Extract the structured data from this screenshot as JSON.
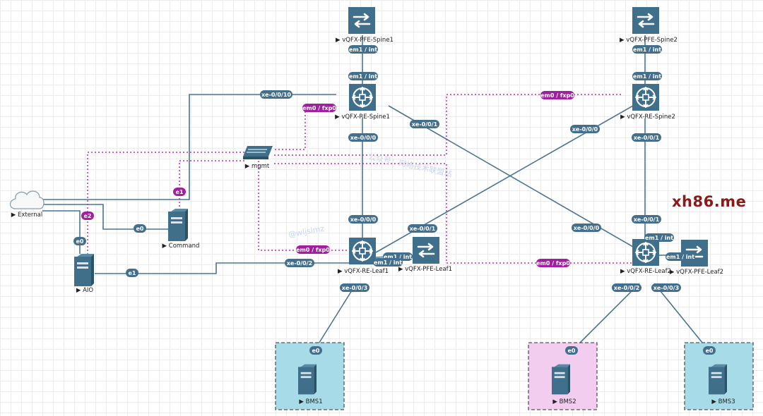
{
  "diagram": {
    "nodes": {
      "spine1_pfe": "vQFX-PFE-Spine1",
      "spine2_pfe": "vQFX-PFE-Spine2",
      "spine1_re": "vQFX-RE-Spine1",
      "spine2_re": "vQFX-RE-Spine2",
      "leaf1_re": "vQFX-RE-Leaf1",
      "leaf1_pfe": "vQFX-PFE-Leaf1",
      "leaf2_re": "vQFX-RE-Leaf2",
      "leaf2_pfe": "vQFX-PFE-Leaf2",
      "mgmt": "mgmt",
      "external": "External",
      "command": "Command",
      "aio": "AIO",
      "bms1": "BMS1",
      "bms2": "BMS2",
      "bms3": "BMS3"
    },
    "ports": {
      "spine1_pfe_em1": "em1 / int",
      "spine1_re_em1": "em1 / int",
      "spine2_pfe_em1": "em1 / int",
      "spine2_re_em1": "em1 / int",
      "spine1_xe0010": "xe-0/0/10",
      "spine1_em0": "em0 / fxp0",
      "spine1_xe000": "xe-0/0/0",
      "spine1_xe001": "xe-0/0/1",
      "spine2_em0": "em0 / fxp0",
      "spine2_xe000": "xe-0/0/0",
      "spine2_xe001": "xe-0/0/1",
      "leaf1_xe000": "xe-0/0/0",
      "leaf1_xe001": "xe-0/0/1",
      "leaf1_em0": "em0 / fxp0",
      "leaf1_em1": "em1 / int",
      "leaf1_pfe_em1": "em1 / int",
      "leaf1_xe002": "xe-0/0/2",
      "leaf1_xe003": "xe-0/0/3",
      "leaf2_xe001": "xe-0/0/1",
      "leaf2_xe000": "xe-0/0/0",
      "leaf2_em0": "em0 / fxp0",
      "leaf2_em1": "em1 / int",
      "leaf2_pfe_em1": "em1 / int",
      "leaf2_xe002": "xe-0/0/2",
      "leaf2_xe003": "xe-0/0/3",
      "command_e1": "e1",
      "command_e0": "e0",
      "aio_e2": "e2",
      "aio_e0": "e0",
      "aio_e1": "e1",
      "bms1_e0": "e0",
      "bms2_e0": "e0",
      "bms3_e0": "e0"
    }
  },
  "watermark": "xh86.me",
  "faint_watermarks": [
    "公众号：网络技术联盟站",
    "@wljslmz"
  ],
  "colors": {
    "link": "#4a7590",
    "mgmt_link": "#c026c0",
    "port_pill": "#436f8c",
    "mgmt_pill": "#a020a0",
    "device": "#3f6f8a",
    "bms_blue_bg": "#a8dbe8",
    "bms_pink_bg": "#f2cdf0",
    "watermark": "#8b1a1a"
  }
}
